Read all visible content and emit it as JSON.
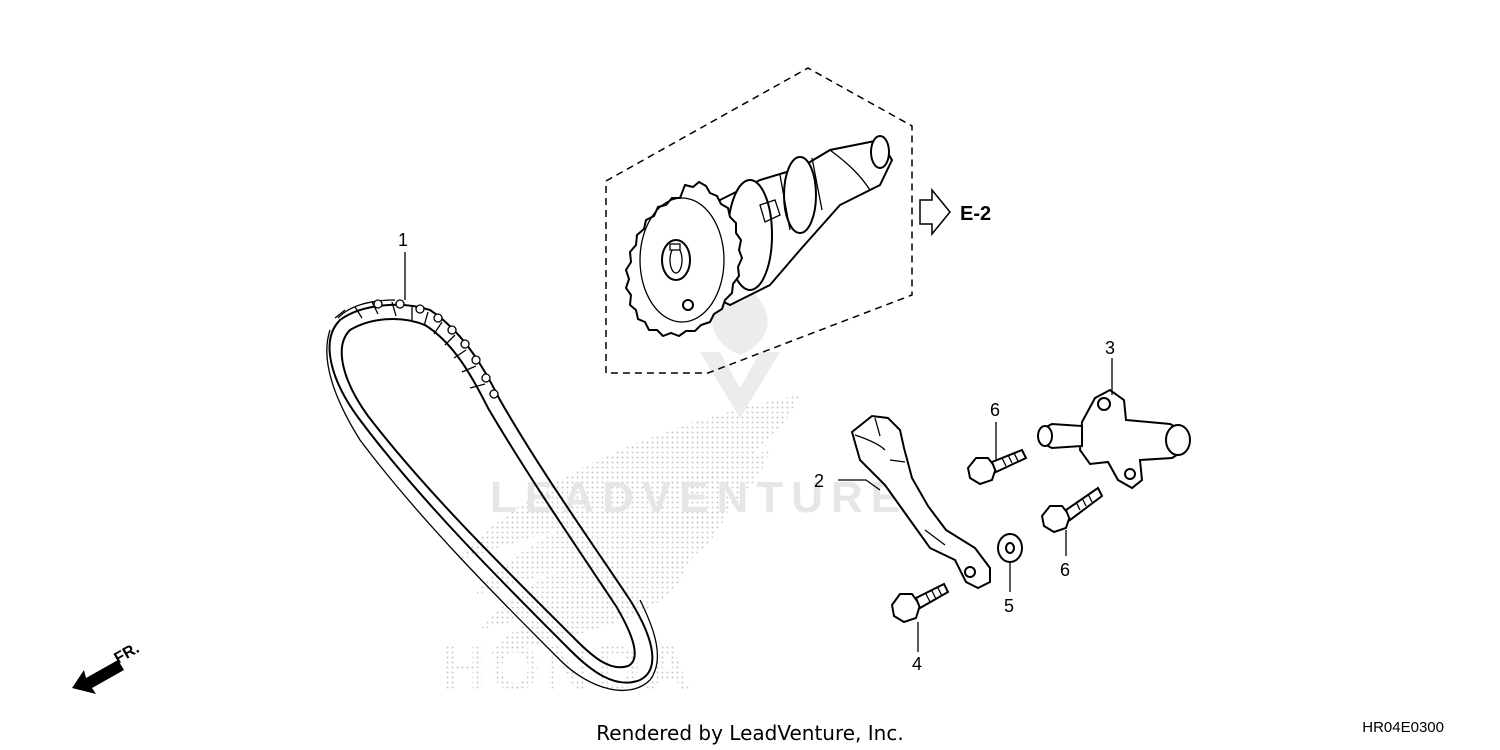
{
  "callouts": [
    "1",
    "2",
    "3",
    "4",
    "5",
    "6",
    "6"
  ],
  "reference": "E-2",
  "direction": "FR.",
  "footer": "Rendered by LeadVenture, Inc.",
  "diagram_code": "HR04E0300",
  "watermark": {
    "brand": "HONDA",
    "text": "LEADVENTURE"
  },
  "colors": {
    "line": "#000000",
    "watermark": "#d0d0d0",
    "background": "#ffffff"
  }
}
